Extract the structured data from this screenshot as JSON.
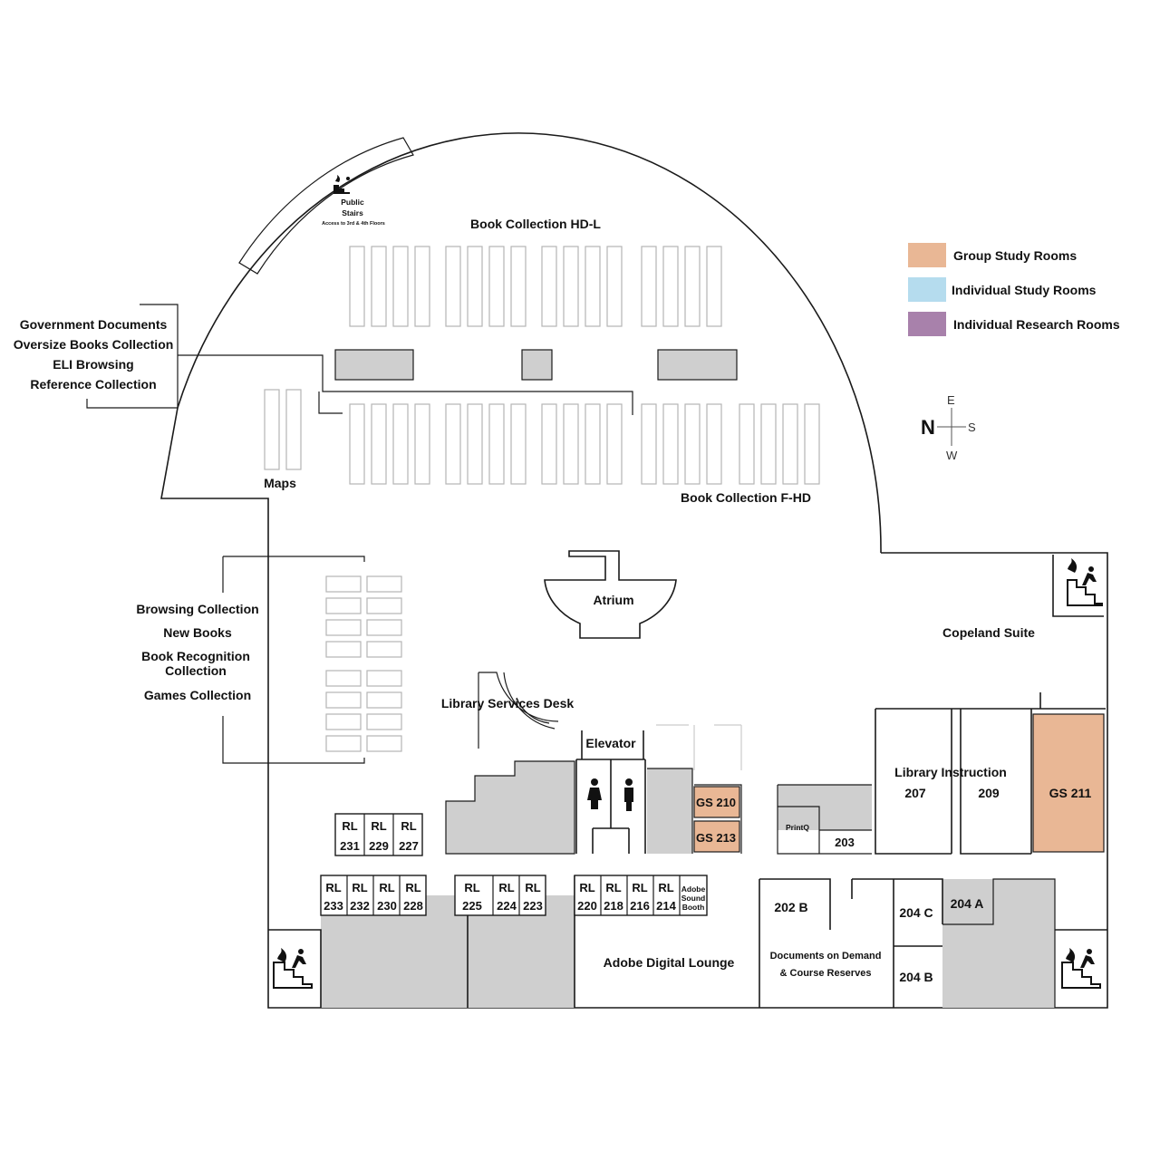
{
  "colors": {
    "group_study": "#e9b795",
    "individual_study": "#b5dcee",
    "individual_research": "#a881ab",
    "gray_area": "#cfcfcf"
  },
  "legend": [
    {
      "label": "Group Study Rooms",
      "color": "#e9b795"
    },
    {
      "label": "Individual Study Rooms",
      "color": "#b5dcee"
    },
    {
      "label": "Individual Research Rooms",
      "color": "#a881ab"
    }
  ],
  "compass": {
    "n": "N",
    "e": "E",
    "s": "S",
    "w": "W"
  },
  "stairs": {
    "line1": "Public",
    "line2": "Stairs",
    "note": "Access to 3rd & 4th Floors"
  },
  "areas": {
    "book_hd_l": "Book Collection HD-L",
    "book_f_hd": "Book Collection F-HD",
    "maps": "Maps",
    "atrium": "Atrium",
    "copeland": "Copeland Suite",
    "services_desk": "Library Services Desk",
    "elevator": "Elevator",
    "library_instruction": "Library Instruction",
    "printq": "PrintQ",
    "adobe_lounge": "Adobe Digital Lounge",
    "adobe_booth": [
      "Adobe",
      "Sound",
      "Booth"
    ],
    "docs_demand_1": "Documents on Demand",
    "docs_demand_2": "& Course Reserves"
  },
  "collections_upper": [
    "Government Documents",
    "Oversize Books Collection",
    "ELI Browsing",
    "Reference Collection"
  ],
  "collections_lower": [
    "Browsing Collection",
    "New Books",
    "Book Recognition",
    "Collection",
    "Games Collection"
  ],
  "rooms": {
    "r207": "207",
    "r209": "209",
    "r203": "203",
    "gs211": "GS 211",
    "gs210": "GS 210",
    "gs213": "GS 213",
    "r202b": "202 B",
    "r204a": "204 A",
    "r204b": "204 B",
    "r204c": "204 C"
  },
  "rl_prefix": "RL",
  "rl_upper": [
    "231",
    "229",
    "227"
  ],
  "rl_lower_a": [
    "233",
    "232",
    "230",
    "228"
  ],
  "rl_lower_b": [
    "225",
    "224",
    "223"
  ],
  "rl_lower_c": [
    "220",
    "218",
    "216",
    "214"
  ]
}
